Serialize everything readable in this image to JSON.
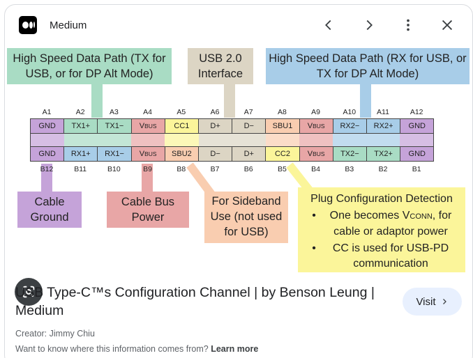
{
  "header": {
    "site_name": "Medium",
    "prev_icon": "chevron-left-icon",
    "next_icon": "chevron-right-icon",
    "more_icon": "more-vert-icon",
    "close_icon": "close-icon"
  },
  "diagram": {
    "labels": {
      "tx_path": "High Speed Data Path (TX for USB, or for DP Alt Mode)",
      "usb2": "USB 2.0 Interface",
      "rx_path": "High Speed Data Path (RX for USB, or TX for DP Alt Mode)",
      "cable_ground": "Cable Ground",
      "cable_power": "Cable Bus Power",
      "sideband": "For Sideband Use (not used for USB)",
      "plug_config_title": "Plug Configuration Detection",
      "plug_config_b1_pre": "One becomes V",
      "plug_config_b1_sub": "CONN",
      "plug_config_b1_post": ", for cable or adaptor power",
      "plug_config_b2": "CC is used for USB-PD communication"
    },
    "top_numbers": [
      "A1",
      "A2",
      "A3",
      "A4",
      "A5",
      "A6",
      "A7",
      "A8",
      "A9",
      "A10",
      "A11",
      "A12"
    ],
    "top_pins": [
      "GND",
      "TX1+",
      "TX1−",
      "VBUS",
      "CC1",
      "D+",
      "D−",
      "SBU1",
      "VBUS",
      "RX2−",
      "RX2+",
      "GND"
    ],
    "bottom_pins": [
      "GND",
      "RX1+",
      "RX1−",
      "VBUS",
      "SBU2",
      "D−",
      "D+",
      "CC2",
      "VBUS",
      "TX2−",
      "TX2+",
      "GND"
    ],
    "bottom_numbers": [
      "B12",
      "B11",
      "B10",
      "B9",
      "B8",
      "B7",
      "B6",
      "B5",
      "B4",
      "B3",
      "B2",
      "B1"
    ],
    "colors": {
      "gnd": "#c5a3d9",
      "tx": "#a9dcc4",
      "rx": "#a8cde8",
      "vbus": "#e8a6a6",
      "cc": "#fbf59a",
      "usb2": "#dcd5c4",
      "sbu": "#f9cdb0"
    }
  },
  "lens_icon": "google-lens-icon",
  "result": {
    "title": "USB Type-C™s Configuration Channel | by Benson Leung | Medium",
    "visit_label": "Visit",
    "creator": "Creator: Jimmy Chiu",
    "source_note": "Want to know where this information comes from?",
    "learn_more": "Learn more"
  }
}
